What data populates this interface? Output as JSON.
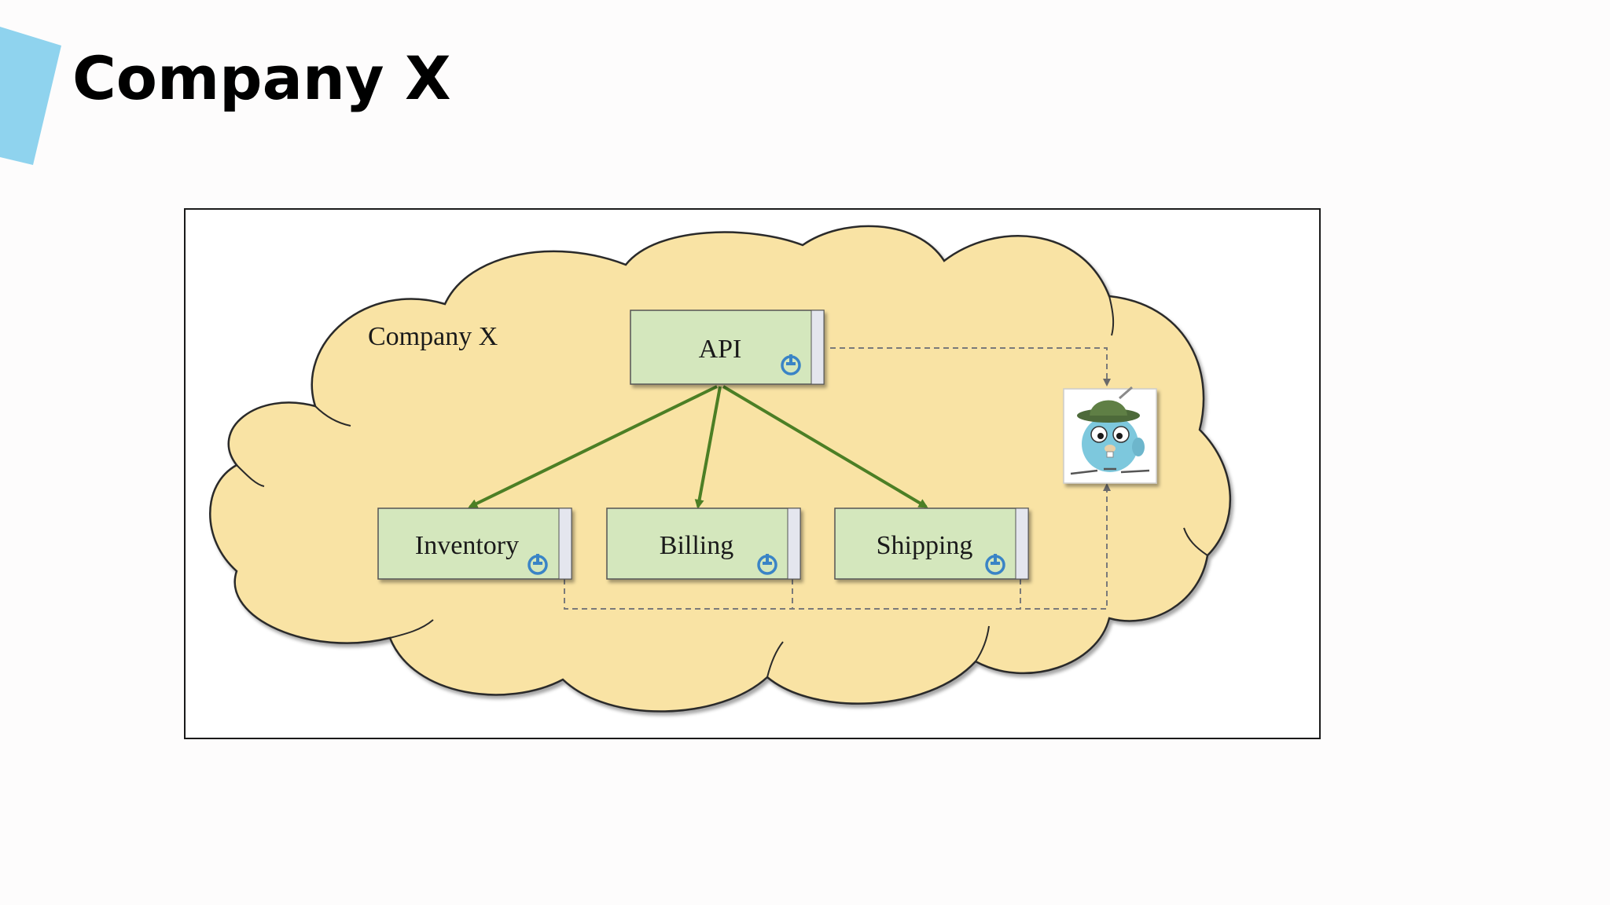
{
  "slide": {
    "title": "Company X"
  },
  "diagram": {
    "cloud_label": "Company X",
    "services": {
      "api": "API",
      "inventory": "Inventory",
      "billing": "Billing",
      "shipping": "Shipping"
    },
    "service_icon": "cloud-service-icon",
    "mascot_icon": "gopher-with-hat-icon"
  },
  "colors": {
    "accent": "#8fd3ee",
    "cloud_fill": "#f9e3a4",
    "box_fill": "#d4e7bd",
    "box_edge": "#e4e6ee",
    "arrow": "#4c7f25",
    "dashed": "#7a7a7a",
    "icon_blue": "#3a84c6"
  }
}
